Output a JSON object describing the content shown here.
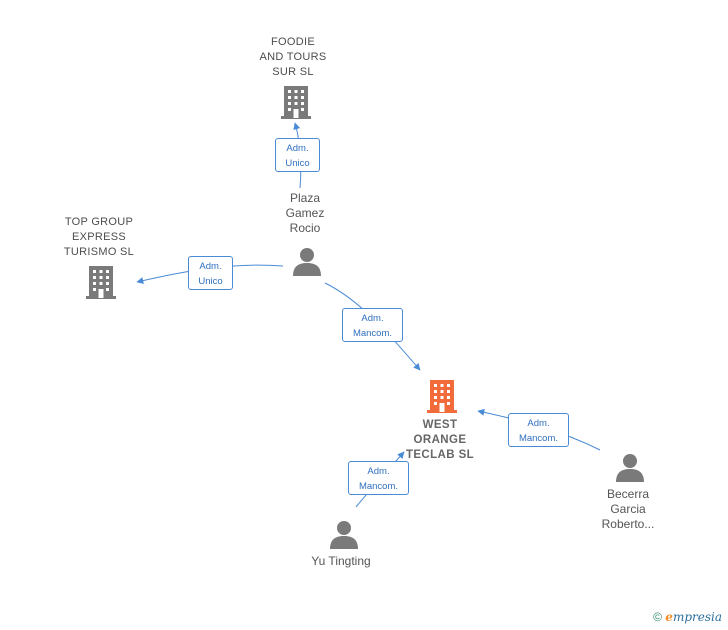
{
  "colors": {
    "edge": "#4a8bd6",
    "company_icon": "#7a7a7a",
    "main_company_icon": "#f26b3a",
    "person_icon": "#7a7a7a"
  },
  "companies": [
    {
      "id": "foodie",
      "lines": [
        "FOODIE",
        "AND TOURS",
        "SUR  SL"
      ],
      "icon": "building-icon",
      "main": false
    },
    {
      "id": "topgroup",
      "lines": [
        "TOP GROUP",
        "EXPRESS",
        "TURISMO  SL"
      ],
      "icon": "building-icon",
      "main": false
    },
    {
      "id": "westorange",
      "lines": [
        "WEST",
        "ORANGE",
        "TECLAB  SL"
      ],
      "icon": "building-icon",
      "main": true
    }
  ],
  "people": [
    {
      "id": "plaza",
      "lines": [
        "Plaza",
        "Gamez",
        "Rocio"
      ],
      "icon": "person-icon"
    },
    {
      "id": "yu",
      "lines": [
        "Yu Tingting"
      ],
      "icon": "person-icon"
    },
    {
      "id": "becerra",
      "lines": [
        "Becerra",
        "Garcia",
        "Roberto..."
      ],
      "icon": "person-icon"
    }
  ],
  "edges": [
    {
      "from": "plaza",
      "to": "foodie",
      "lines": [
        "Adm.",
        "Unico"
      ]
    },
    {
      "from": "plaza",
      "to": "topgroup",
      "lines": [
        "Adm.",
        "Unico"
      ]
    },
    {
      "from": "plaza",
      "to": "westorange",
      "lines": [
        "Adm.",
        "Mancom."
      ]
    },
    {
      "from": "becerra",
      "to": "westorange",
      "lines": [
        "Adm.",
        "Mancom."
      ]
    },
    {
      "from": "yu",
      "to": "westorange",
      "lines": [
        "Adm.",
        "Mancom."
      ]
    }
  ],
  "footer": {
    "copyright": "©",
    "brand_first": "e",
    "brand_rest": "mpresia"
  }
}
